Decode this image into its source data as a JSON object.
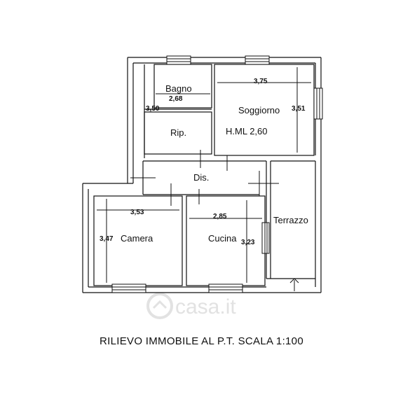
{
  "rooms": {
    "bagno": "Bagno",
    "soggiorno": "Soggiorno",
    "rip": "Rip.",
    "height_note": "H.ML 2,60",
    "dis": "Dis.",
    "terrazzo": "Terrazzo",
    "camera": "Camera",
    "cucina": "Cucina"
  },
  "dimensions": {
    "bagno_width": "2,68",
    "bagno_depth": "3,50",
    "soggiorno_width": "3,75",
    "soggiorno_depth": "3,51",
    "camera_width": "3,53",
    "camera_depth": "3,47",
    "cucina_width": "2,85",
    "cucina_depth": "3,23"
  },
  "watermark": "casa.it",
  "caption": "RILIEVO IMMOBILE AL P.T. SCALA 1:100"
}
